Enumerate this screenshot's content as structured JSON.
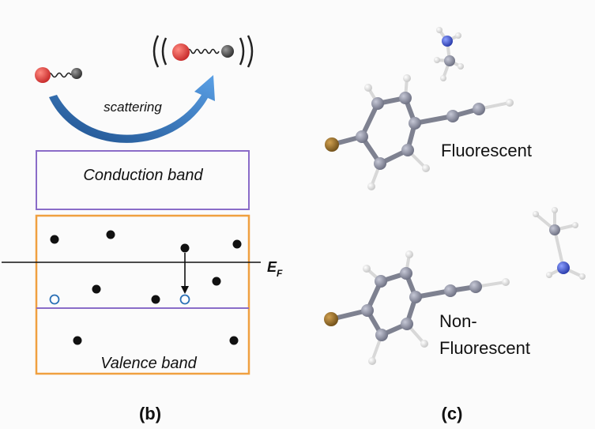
{
  "panel_b": {
    "label": "(b)",
    "scattering_label": "scattering",
    "conduction_band_label": "Conduction band",
    "valence_band_label": "Valence band",
    "fermi_label_main": "E",
    "fermi_label_sub": "F"
  },
  "panel_c": {
    "label": "(c)",
    "fluorescent_label": "Fluorescent",
    "non_fluorescent_line1": "Non-",
    "non_fluorescent_line2": "Fluorescent"
  },
  "colors": {
    "conduction_border": "#8a6cc8",
    "valence_border": "#f0a040",
    "arrow_blue": "#2a6fb5",
    "red_atom": "#d9383a",
    "carbon_gray": "#7e8190",
    "nitrogen_blue": "#3c55c8",
    "bromine_brown": "#8b6a2a"
  }
}
